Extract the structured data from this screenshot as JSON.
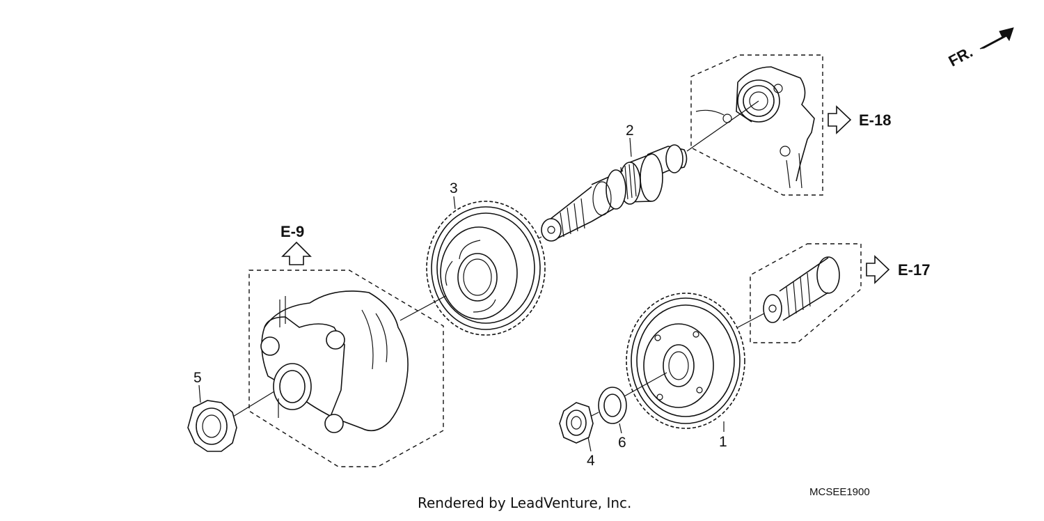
{
  "parts": {
    "p1": "1",
    "p2": "2",
    "p3": "3",
    "p4": "4",
    "p5": "5",
    "p6": "6"
  },
  "references": {
    "e9": "E-9",
    "e17": "E-17",
    "e18": "E-18"
  },
  "front_indicator": "FR.",
  "diagram_code": "MCSEE1900",
  "credit": "Rendered by LeadVenture, Inc."
}
